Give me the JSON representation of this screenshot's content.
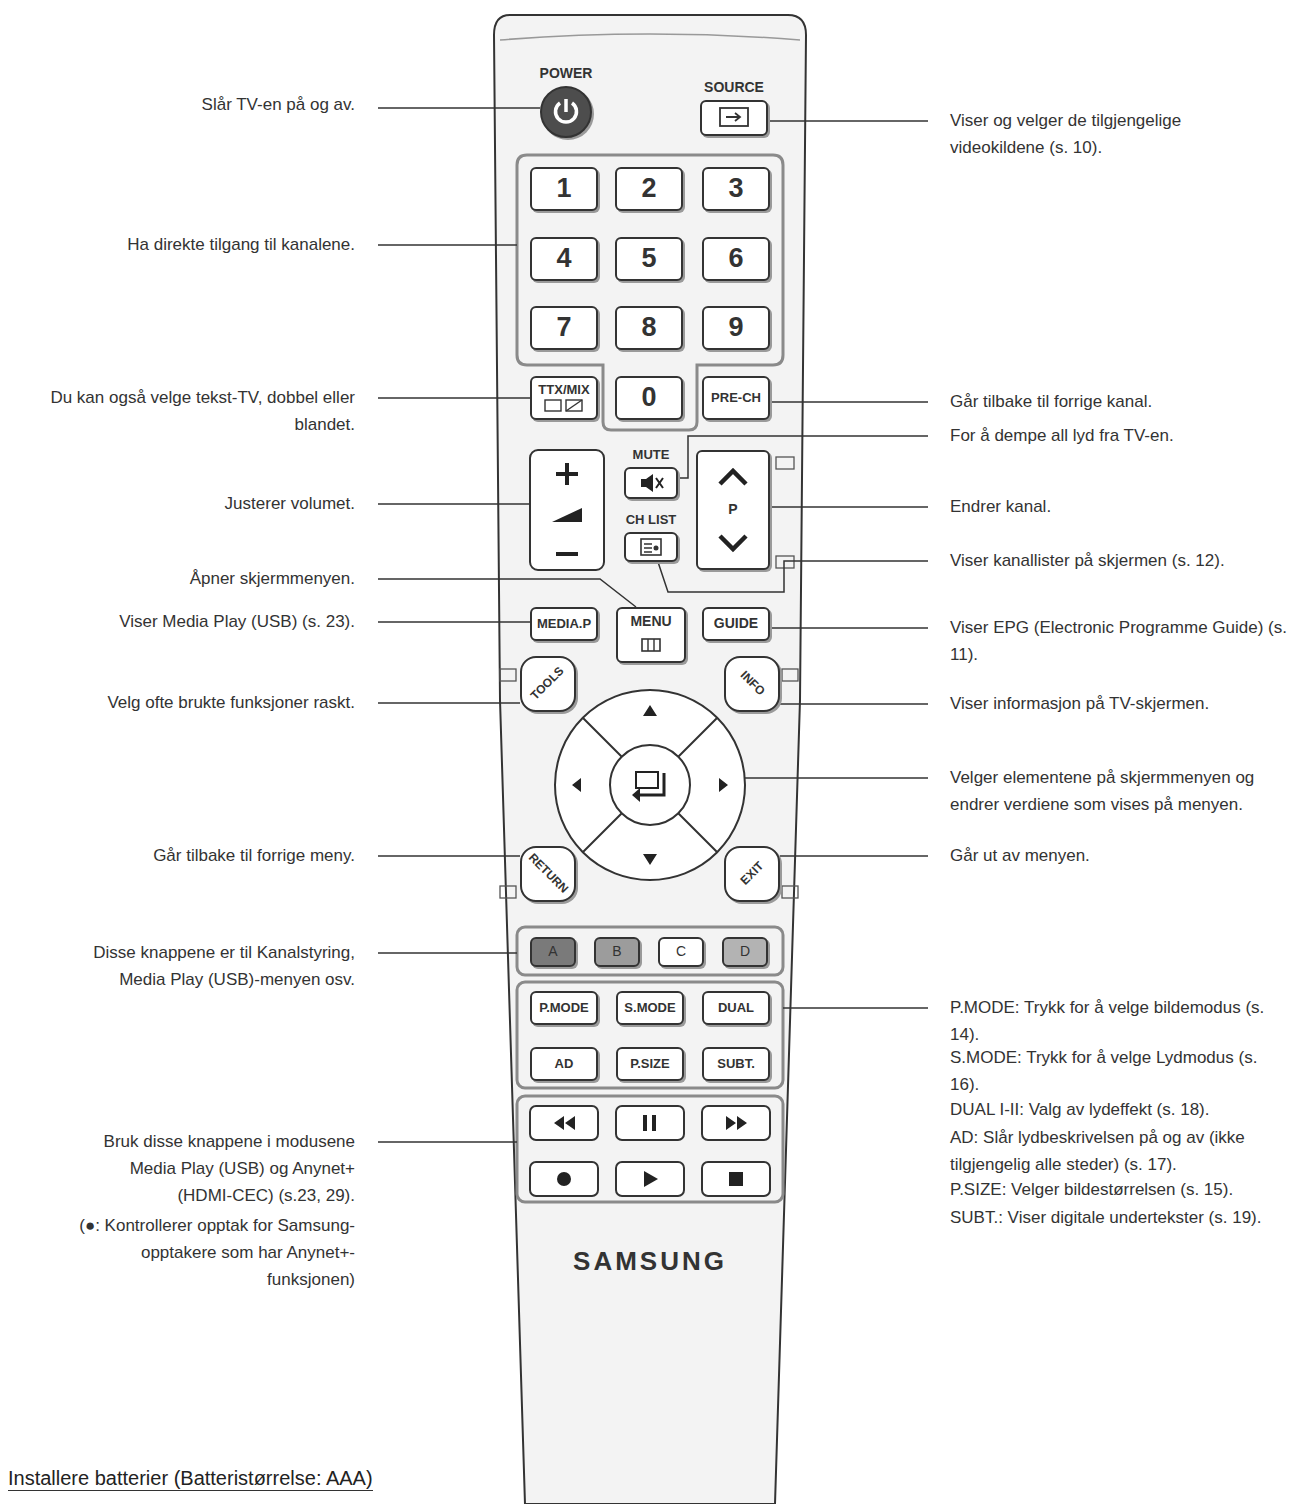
{
  "diagram": {
    "nodes": [
      {
        "text": [
          "SAMSUNG"
        ]
      },
      {
        "text": [
          "POWER"
        ],
        "in": 0
      },
      {
        "text": [
          "SOURCE"
        ],
        "in": 0
      },
      {
        "text": [
          "1"
        ],
        "in": 0
      },
      {
        "text": [
          "2"
        ],
        "in": 0
      },
      {
        "text": [
          "3"
        ],
        "in": 0
      },
      {
        "text": [
          "4"
        ],
        "in": 0
      },
      {
        "text": [
          "5"
        ],
        "in": 0
      },
      {
        "text": [
          "6"
        ],
        "in": 0
      },
      {
        "text": [
          "7"
        ],
        "in": 0
      },
      {
        "text": [
          "8"
        ],
        "in": 0
      },
      {
        "text": [
          "9"
        ],
        "in": 0
      },
      {
        "text": [
          "TTX/MIX"
        ],
        "in": 0
      },
      {
        "text": [
          "0"
        ],
        "in": 0
      },
      {
        "text": [
          "PRE-CH"
        ],
        "in": 0
      },
      {
        "text": [
          "MUTE"
        ],
        "in": 0
      },
      {
        "text": [
          "P"
        ],
        "in": 0
      },
      {
        "text": [
          "CH LIST"
        ],
        "in": 0
      },
      {
        "text": [
          "MEDIA.P"
        ],
        "in": 0
      },
      {
        "text": [
          "MENU"
        ],
        "in": 0
      },
      {
        "text": [
          "GUIDE"
        ],
        "in": 0
      },
      {
        "text": [
          "TOOLS"
        ],
        "in": 0
      },
      {
        "text": [
          "INFO"
        ],
        "in": 0
      },
      {
        "text": [
          "RETURN"
        ],
        "in": 0
      },
      {
        "text": [
          "EXIT"
        ],
        "in": 0
      },
      {
        "text": [
          "A"
        ],
        "in": 0
      },
      {
        "text": [
          "B"
        ],
        "in": 0
      },
      {
        "text": [
          "C"
        ],
        "in": 0
      },
      {
        "text": [
          "D"
        ],
        "in": 0
      },
      {
        "text": [
          "P.MODE"
        ],
        "in": 0
      },
      {
        "text": [
          "S.MODE"
        ],
        "in": 0
      },
      {
        "text": [
          "DUAL"
        ],
        "in": 0
      },
      {
        "text": [
          "AD"
        ],
        "in": 0
      },
      {
        "text": [
          "P.SIZE"
        ],
        "in": 0
      },
      {
        "text": [
          "SUBT."
        ],
        "in": 0
      }
    ],
    "labels": [
      "Slår TV-en på og av.",
      "Viser og velger de tilgjengelige videokildene (s. 10).",
      "Ha direkte tilgang til kanalene.",
      "Du kan også velge tekst-TV, dobbel eller blandet.",
      "Går tilbake til forrige kanal.",
      "For å dempe all lyd fra TV-en.",
      "Justerer volumet.",
      "Endrer kanal.",
      "Viser kanallister på skjermen (s. 12).",
      "Åpner skjermmenyen.",
      "Viser Media Play (USB) (s. 23).",
      "Viser EPG (Electronic Programme Guide) (s. 11).",
      "Velg ofte brukte funksjoner raskt.",
      "Viser informasjon på TV-skjermen.",
      "Velger elementene på skjermmenyen og endrer verdiene som vises på menyen.",
      "Går tilbake til forrige meny.",
      "Går ut av menyen.",
      "Disse knappene er til Kanalstyring, Media Play (USB)-menyen osv.",
      "P.MODE: Trykk for å velge bildemodus (s. 14).",
      "S.MODE: Trykk for å velge Lydmodus (s. 16).",
      "DUAL I-II: Valg av lydeffekt (s. 18).",
      "AD: Slår lydbeskrivelsen på og av (ikke tilgjengelig alle steder) (s. 17).",
      "P.SIZE: Velger bildestørrelsen (s. 15).",
      "SUBT.: Viser digitale undertekster (s. 19).",
      "Bruk disse knappene i modusene Media Play (USB) og Anynet+ (HDMI-CEC) (s.23, 29).",
      "(●: Kontrollerer opptak for Samsung-opptakere som har Anynet+- funksjonen)",
      "Installere batterier (Batteristørrelse: AAA)"
    ]
  }
}
